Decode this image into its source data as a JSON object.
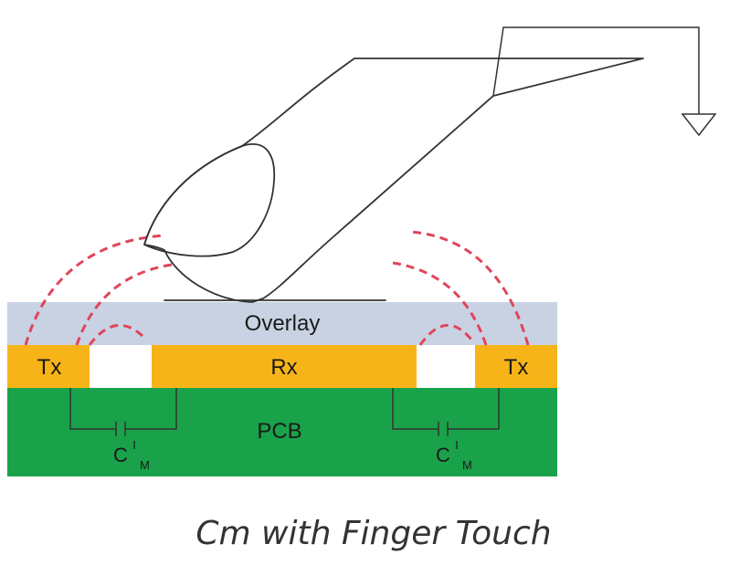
{
  "labels": {
    "overlay": "Overlay",
    "tx_left": "Tx",
    "rx": "Rx",
    "tx_right": "Tx",
    "pcb": "PCB",
    "cap_left_main": "C",
    "cap_left_sup": "I",
    "cap_left_sub": "M",
    "cap_right_main": "C",
    "cap_right_sup": "I",
    "cap_right_sub": "M"
  },
  "caption": "Cm with Finger Touch",
  "colors": {
    "overlay": "#c8d2e3",
    "electrode": "#f7b418",
    "pcb": "#1aa24a",
    "field_lines": "#e0455a",
    "outline": "#333333"
  },
  "icons": {
    "finger": "finger-outline",
    "ground": "ground-symbol",
    "capacitor": "capacitor-symbol"
  }
}
